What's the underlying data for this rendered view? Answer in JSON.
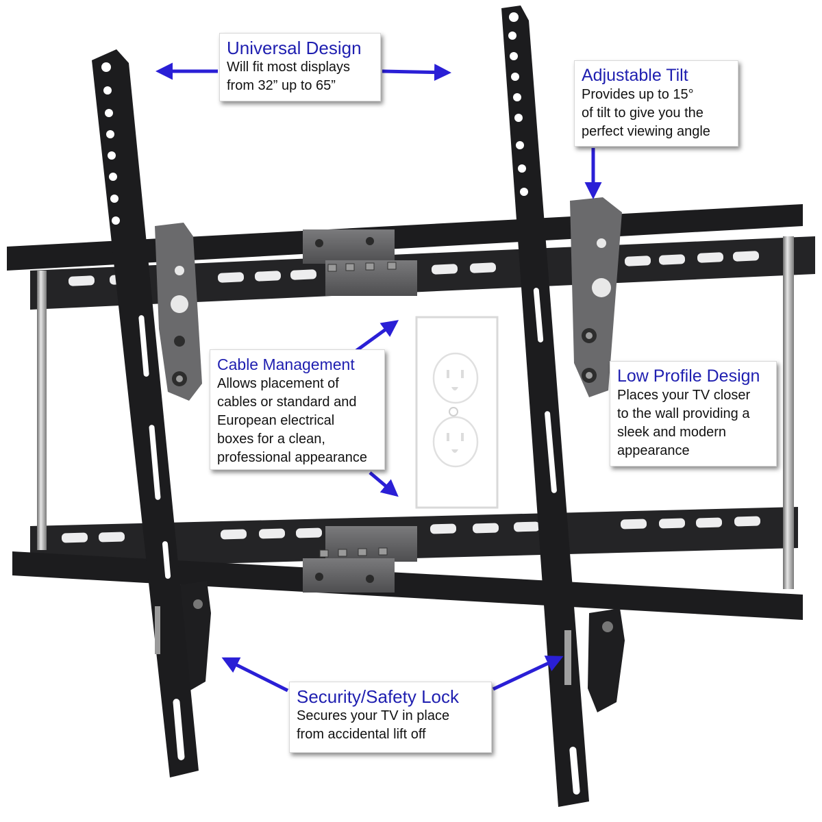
{
  "callouts": {
    "universal": {
      "title": "Universal Design",
      "lines": [
        "Will fit most displays",
        "from 32” up to 65”"
      ]
    },
    "tilt": {
      "title": "Adjustable Tilt",
      "lines": [
        "Provides up to 15°",
        "of tilt to give you the",
        "perfect viewing angle"
      ]
    },
    "cable": {
      "title": "Cable Management",
      "lines": [
        "Allows placement of",
        "cables or standard and",
        "European electrical",
        "boxes for a clean,",
        "professional appearance"
      ]
    },
    "profile": {
      "title": "Low Profile Design",
      "lines": [
        "Places your TV closer",
        "to the wall providing a",
        "sleek and modern",
        "appearance"
      ]
    },
    "security": {
      "title": "Security/Safety Lock",
      "lines": [
        "Secures your TV in place",
        "from accidental lift off"
      ]
    }
  },
  "colors": {
    "callout_title": "#1f1fb0",
    "arrow": "#2a1fd6",
    "mount_metal": "#1c1c1e",
    "bracket_gray": "#6a6a6c",
    "outlet_line": "#d9d9d9"
  },
  "icons": [
    "arrow-icon",
    "screw-icon",
    "paw-icon",
    "wall-outlet-icon"
  ]
}
